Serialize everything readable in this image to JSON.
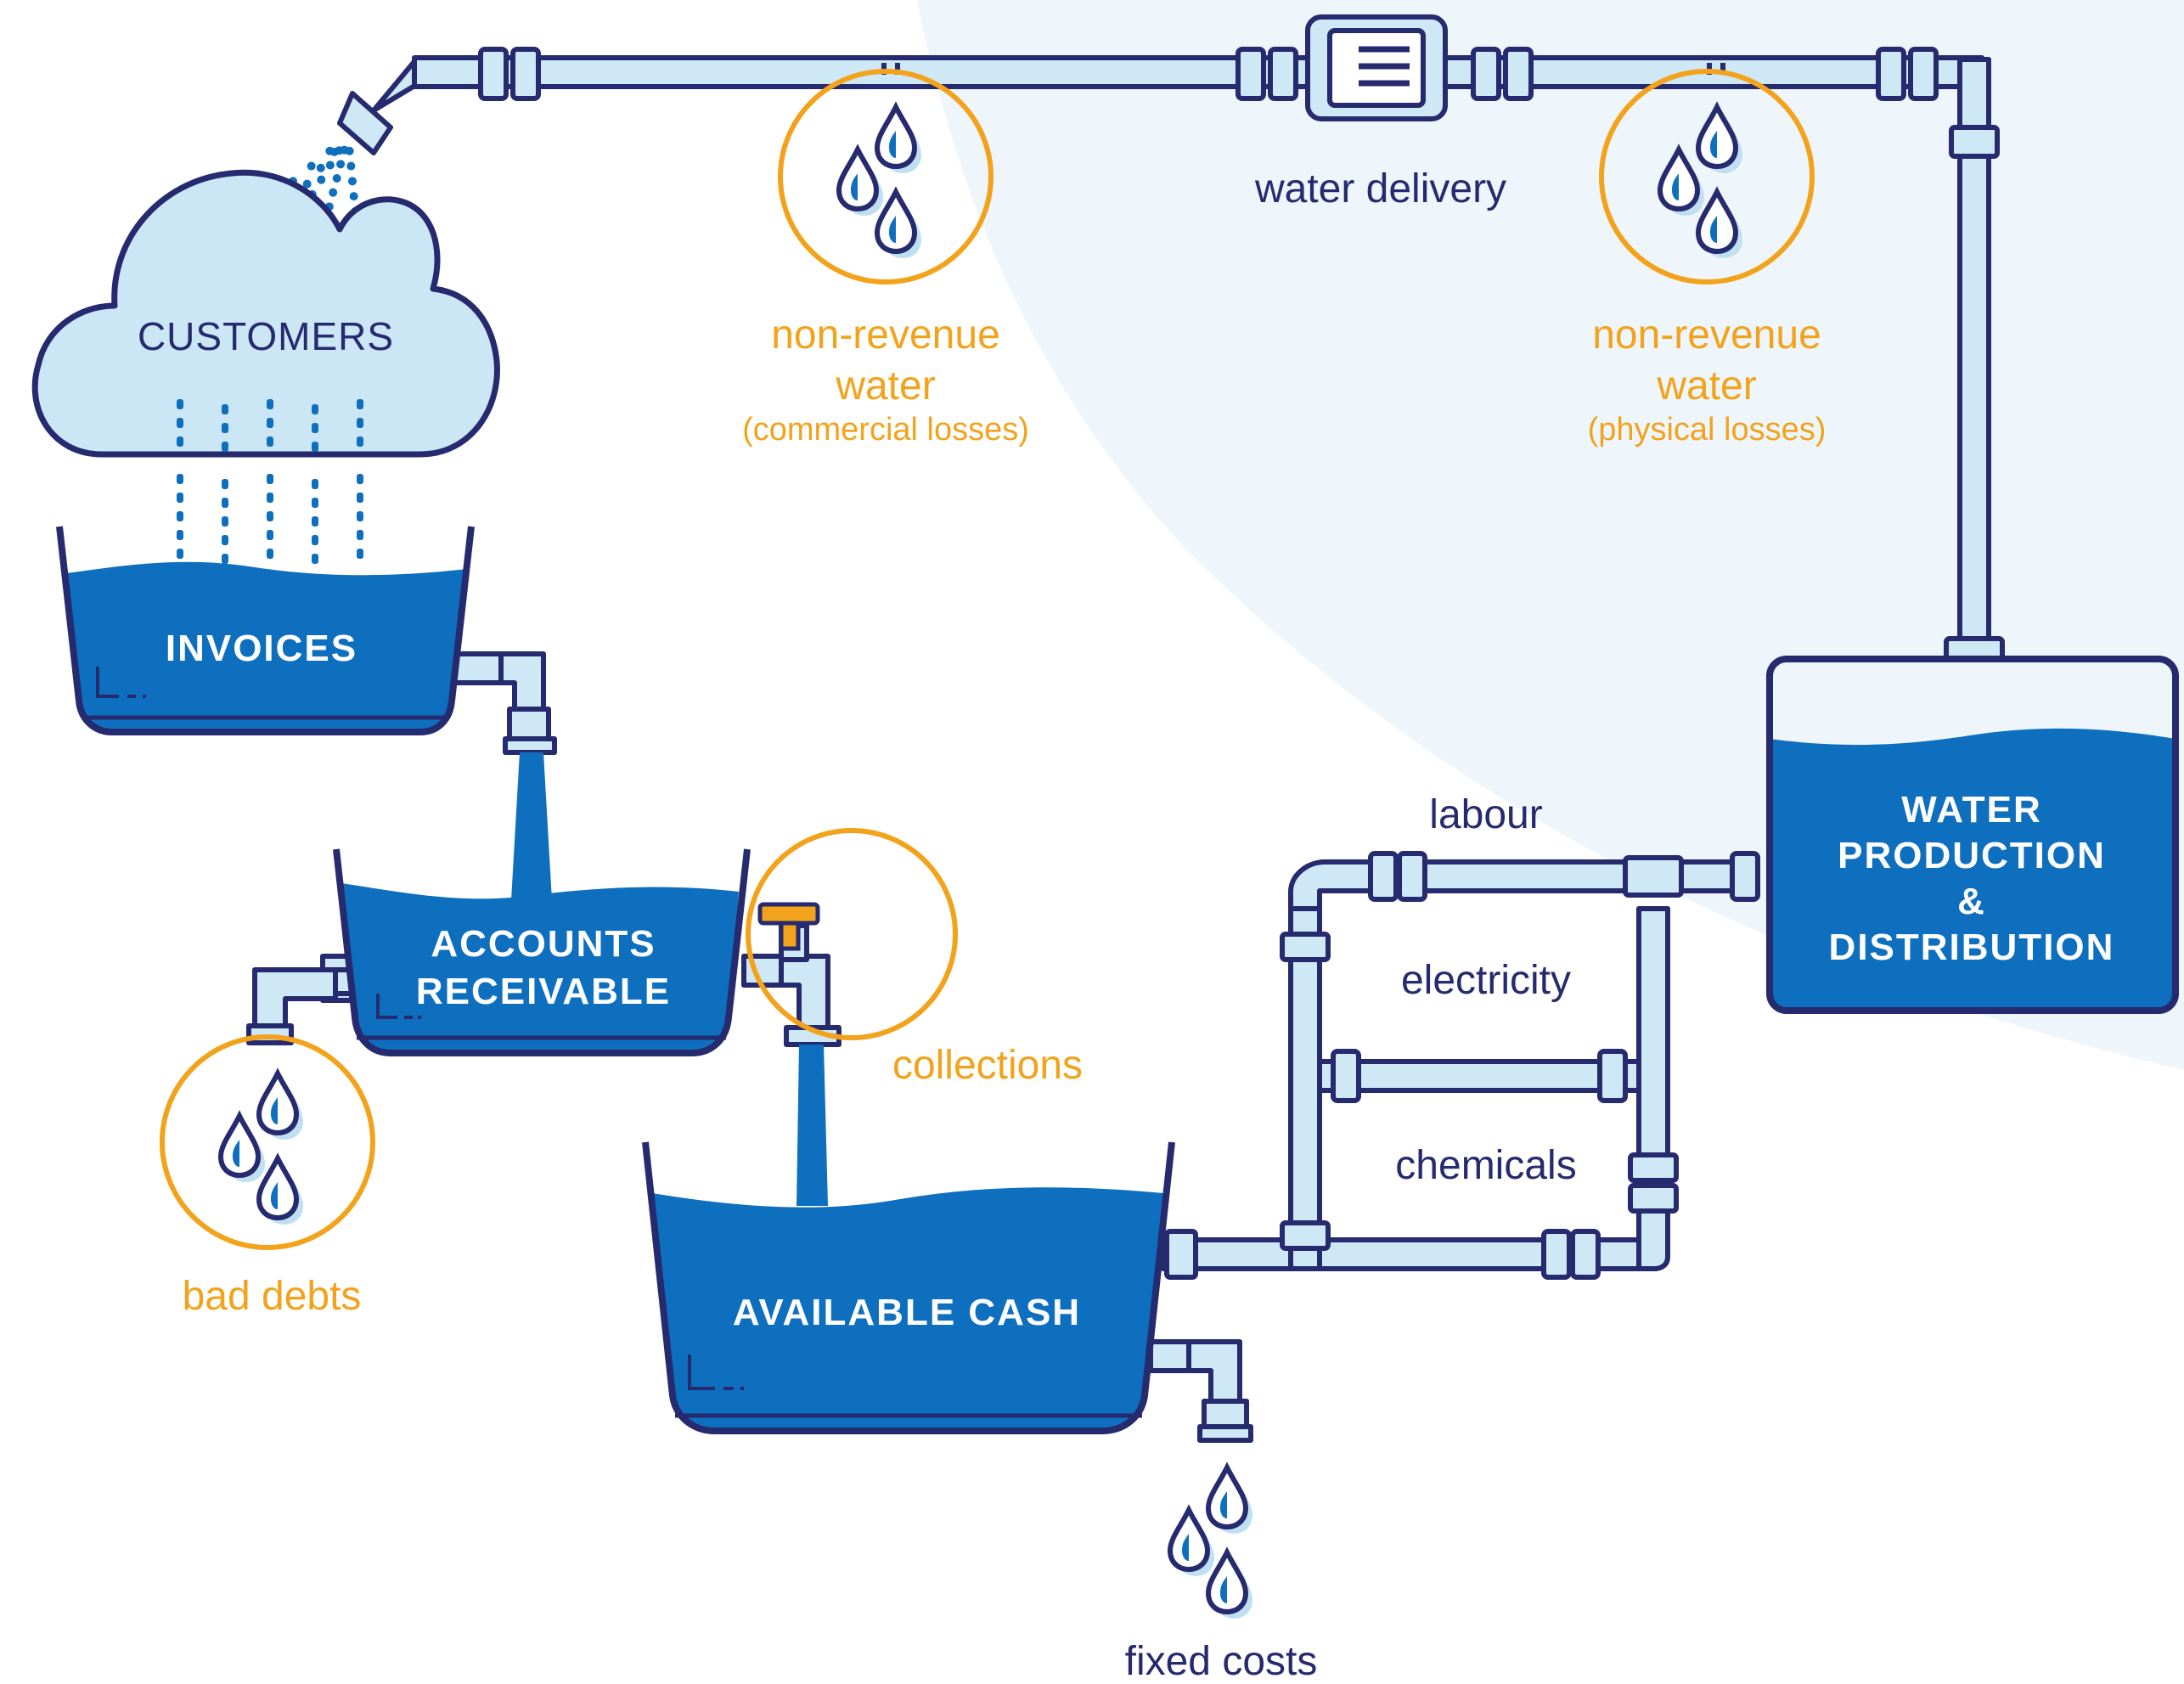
{
  "colors": {
    "navy": "#262a6e",
    "water_blue": "#0f6fbf",
    "pipe_light": "#cfe8f6",
    "cloud_fill": "#cbe6f5",
    "orange": "#f2a31b",
    "drop_light": "#bfe0f2",
    "background_shade": "#eef5fb"
  },
  "cloud": {
    "label": "CUSTOMERS",
    "icon": "cloud-icon"
  },
  "tanks": {
    "invoices": "INVOICES",
    "accounts_receivable_line1": "ACCOUNTS",
    "accounts_receivable_line2": "RECEIVABLE",
    "available_cash": "AVAILABLE CASH",
    "production_line1": "WATER",
    "production_line2": "PRODUCTION",
    "production_line3": "&",
    "production_line4": "DISTRIBUTION"
  },
  "labels": {
    "water_delivery": "water delivery",
    "nrw_commercial_line1": "non-revenue",
    "nrw_commercial_line2": "water",
    "nrw_commercial_line3": "(commercial losses)",
    "nrw_physical_line1": "non-revenue",
    "nrw_physical_line2": "water",
    "nrw_physical_line3": "(physical losses)",
    "labour": "labour",
    "electricity": "electricity",
    "chemicals": "chemicals",
    "collections": "collections",
    "bad_debts": "bad debts",
    "fixed_costs": "fixed costs"
  },
  "icons": {
    "meter": "water-meter-icon",
    "drop": "water-drop-icon",
    "tap": "tap-icon",
    "sprinkler": "sprinkler-head-icon"
  }
}
